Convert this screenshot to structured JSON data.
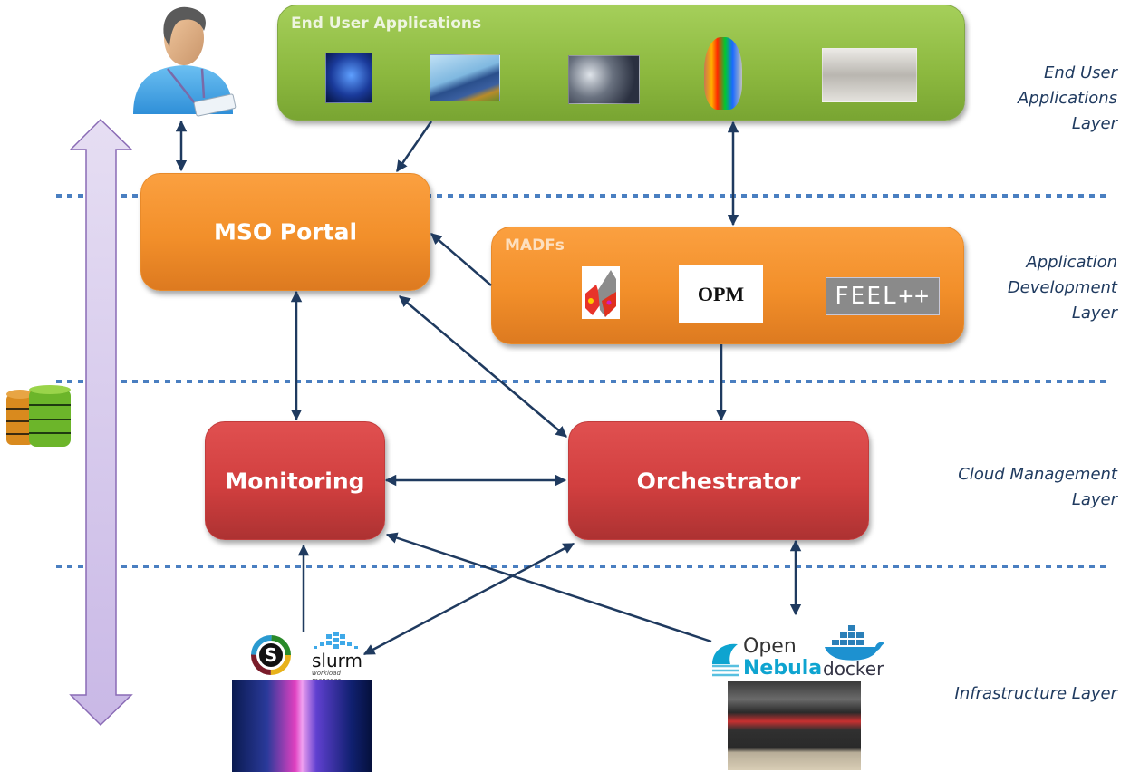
{
  "diagram": {
    "layers": [
      {
        "id": "end-user",
        "label_lines": [
          "End User",
          "Applications",
          "Layer"
        ]
      },
      {
        "id": "app-dev",
        "label_lines": [
          "Application",
          "Development",
          "Layer"
        ]
      },
      {
        "id": "cloud-mgmt",
        "label_lines": [
          "Cloud Management",
          "Layer"
        ]
      },
      {
        "id": "infrastructure",
        "label_lines": [
          "Infrastructure Layer"
        ]
      }
    ],
    "end_user_apps": {
      "title": "End User Applications",
      "items": [
        "brain-imaging",
        "renewable-energy",
        "clouds-atmosphere",
        "fusion-reactor-simulation",
        "turbine-engine"
      ]
    },
    "mso_portal": {
      "label": "MSO Portal"
    },
    "madfs": {
      "title": "MADFs",
      "items": [
        {
          "name": "madf-logo-mesh",
          "label": ""
        },
        {
          "name": "opm-logo",
          "label": "OPM"
        },
        {
          "name": "feelpp-logo",
          "label": "FEEL++"
        }
      ]
    },
    "monitoring": {
      "label": "Monitoring"
    },
    "orchestrator": {
      "label": "Orchestrator"
    },
    "infrastructure_left": {
      "logos": [
        "singularity-logo",
        "slurm-logo"
      ],
      "slurm_text": "slurm",
      "slurm_subtitle": "workload manager",
      "singularity_letter": "S"
    },
    "infrastructure_right": {
      "opennebula_line1": "Open",
      "opennebula_line2": "Nebula",
      "docker_text": "docker"
    },
    "colors": {
      "end_user_box": "#8cb83f",
      "orange_box": "#f28f2a",
      "red_box": "#d13f3f",
      "arrow": "#1f3a5f",
      "dashed_line": "#4a7fc1",
      "vertical_arrow_fill": "#dcd0ef",
      "vertical_arrow_stroke": "#8a6bb5"
    },
    "connections": [
      {
        "from": "user",
        "to": "mso-portal",
        "bidirectional": true
      },
      {
        "from": "end-user-apps",
        "to": "mso-portal",
        "bidirectional": false
      },
      {
        "from": "end-user-apps",
        "to": "madfs",
        "bidirectional": true
      },
      {
        "from": "madfs",
        "to": "mso-portal",
        "bidirectional": false
      },
      {
        "from": "madfs",
        "to": "orchestrator",
        "bidirectional": false
      },
      {
        "from": "mso-portal",
        "to": "monitoring",
        "bidirectional": true
      },
      {
        "from": "mso-portal",
        "to": "orchestrator",
        "bidirectional": true
      },
      {
        "from": "monitoring",
        "to": "orchestrator",
        "bidirectional": true
      },
      {
        "from": "infra-left",
        "to": "monitoring",
        "bidirectional": false
      },
      {
        "from": "infra-right",
        "to": "monitoring",
        "bidirectional": false
      },
      {
        "from": "orchestrator",
        "to": "infra-left",
        "bidirectional": true
      },
      {
        "from": "orchestrator",
        "to": "infra-right",
        "bidirectional": true
      }
    ]
  }
}
